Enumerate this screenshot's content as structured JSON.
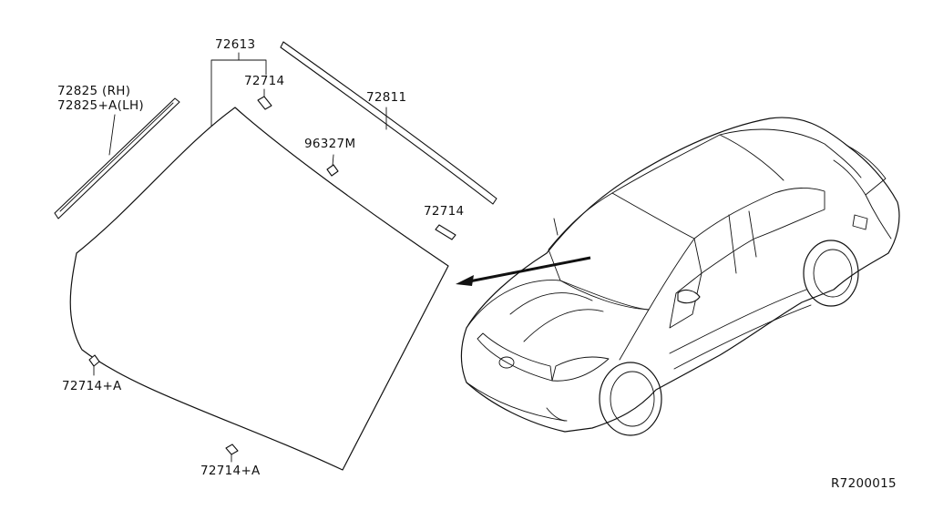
{
  "diagram": {
    "parts": {
      "windshield_assembly": "72613",
      "clip_top": "72714",
      "clip_right": "72714",
      "sensor_bracket": "96327M",
      "molding_upper": "72811",
      "molding_side_rh": "72825 (RH)",
      "molding_side_lh": "72825+A(LH)",
      "clip_left": "72714+A",
      "clip_bottom": "72714+A"
    },
    "reference_code": "R7200015"
  }
}
